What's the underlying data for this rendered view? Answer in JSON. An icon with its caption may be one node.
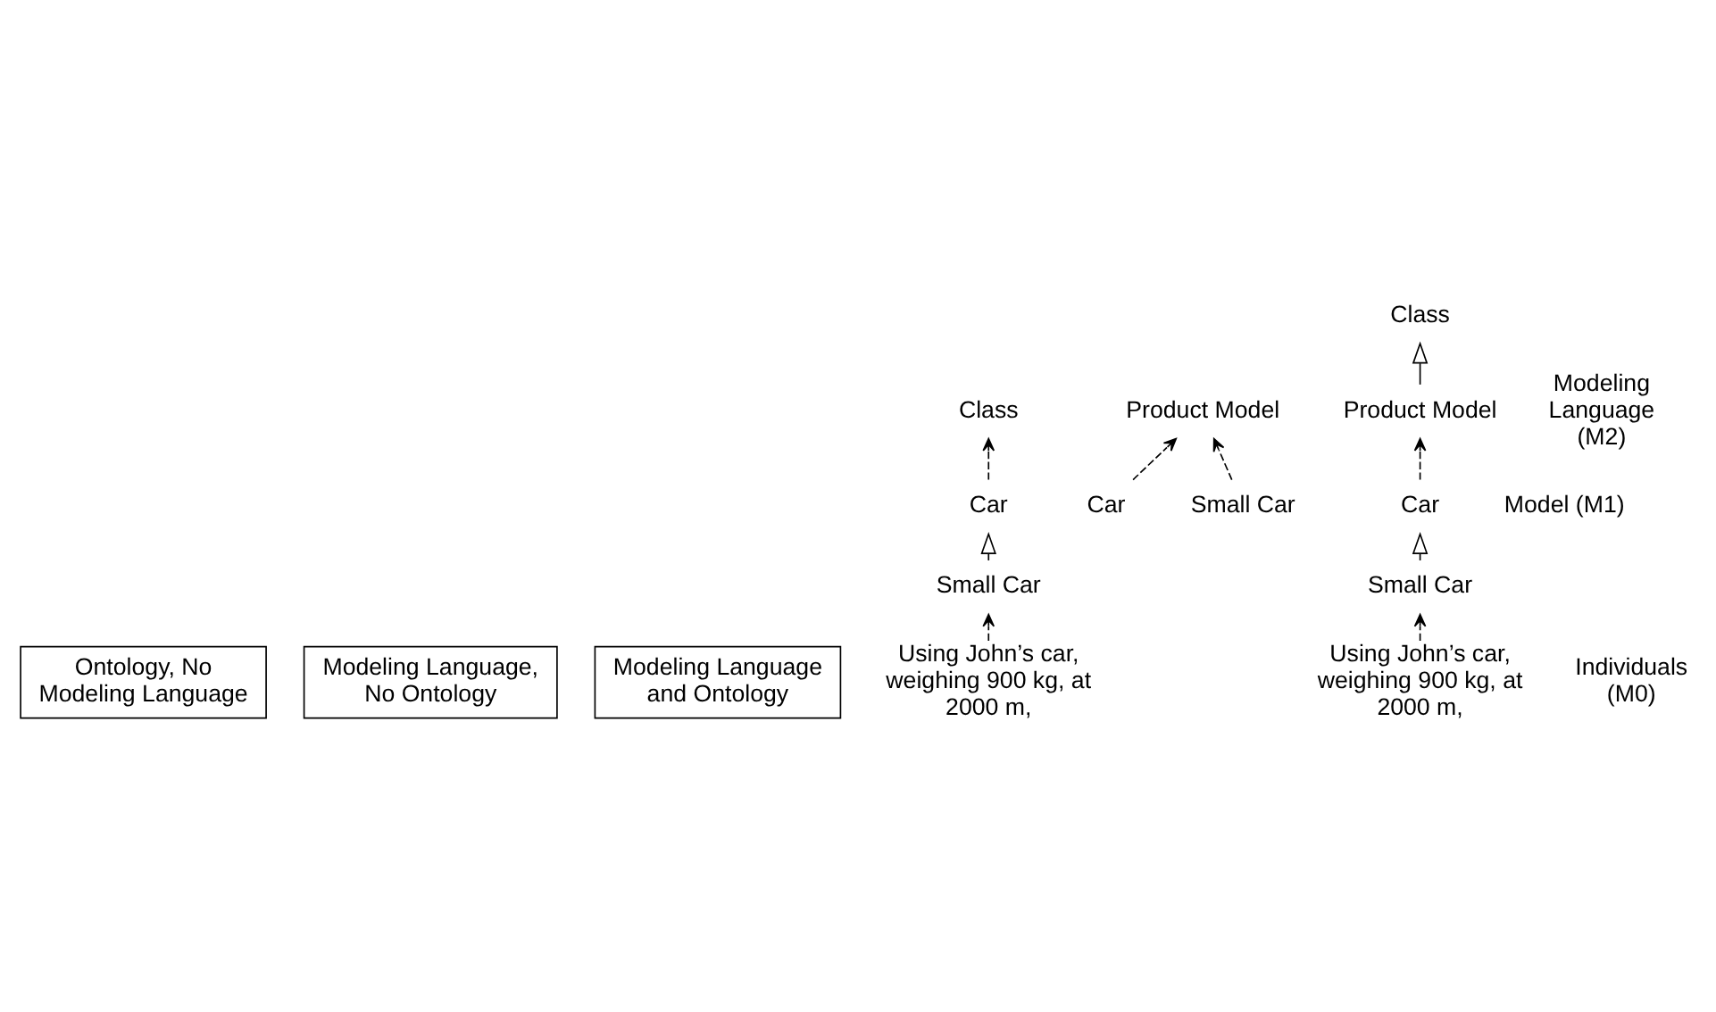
{
  "diagram": {
    "nodes": [
      {
        "text": [
          "Ontology, No Modeling Language"
        ]
      },
      {
        "text": [
          "Modeling Language, No Ontology"
        ]
      },
      {
        "text": [
          "Modeling Language and Ontology"
        ]
      },
      {
        "text": [
          "Class"
        ]
      },
      {
        "text": [
          "Car"
        ]
      },
      {
        "text": [
          "Small Car"
        ]
      },
      {
        "text": [
          "Using John’s car, weighing 900 kg, at 2000 m,"
        ]
      },
      {
        "text": [
          "Product Model"
        ]
      },
      {
        "text": [
          "Car"
        ]
      },
      {
        "text": [
          "Small Car"
        ]
      },
      {
        "text": [
          "Class"
        ]
      },
      {
        "text": [
          "Product Model"
        ]
      },
      {
        "text": [
          "Car"
        ]
      },
      {
        "text": [
          "Small Car"
        ]
      },
      {
        "text": [
          "Using John’s car, weighing 900 kg, at 2000 m,"
        ]
      }
    ],
    "edges": [
      {
        "from": 4,
        "to": 3,
        "arrow": "to",
        "style": "dashed"
      },
      {
        "from": 5,
        "to": 4,
        "arrow": "to"
      },
      {
        "from": 6,
        "to": 5,
        "arrow": "to",
        "style": "dashed"
      },
      {
        "from": 8,
        "to": 7,
        "arrow": "to",
        "style": "dashed"
      },
      {
        "from": 9,
        "to": 7,
        "arrow": "to",
        "style": "dashed"
      },
      {
        "from": 11,
        "to": 10,
        "arrow": "to"
      },
      {
        "from": 12,
        "to": 11,
        "arrow": "to",
        "style": "dashed"
      },
      {
        "from": 13,
        "to": 12,
        "arrow": "to"
      },
      {
        "from": 14,
        "to": 13,
        "arrow": "to",
        "style": "dashed"
      }
    ],
    "labels": [
      "Modeling Language (M2)",
      "Model (M1)",
      "Individuals (M0)"
    ]
  }
}
